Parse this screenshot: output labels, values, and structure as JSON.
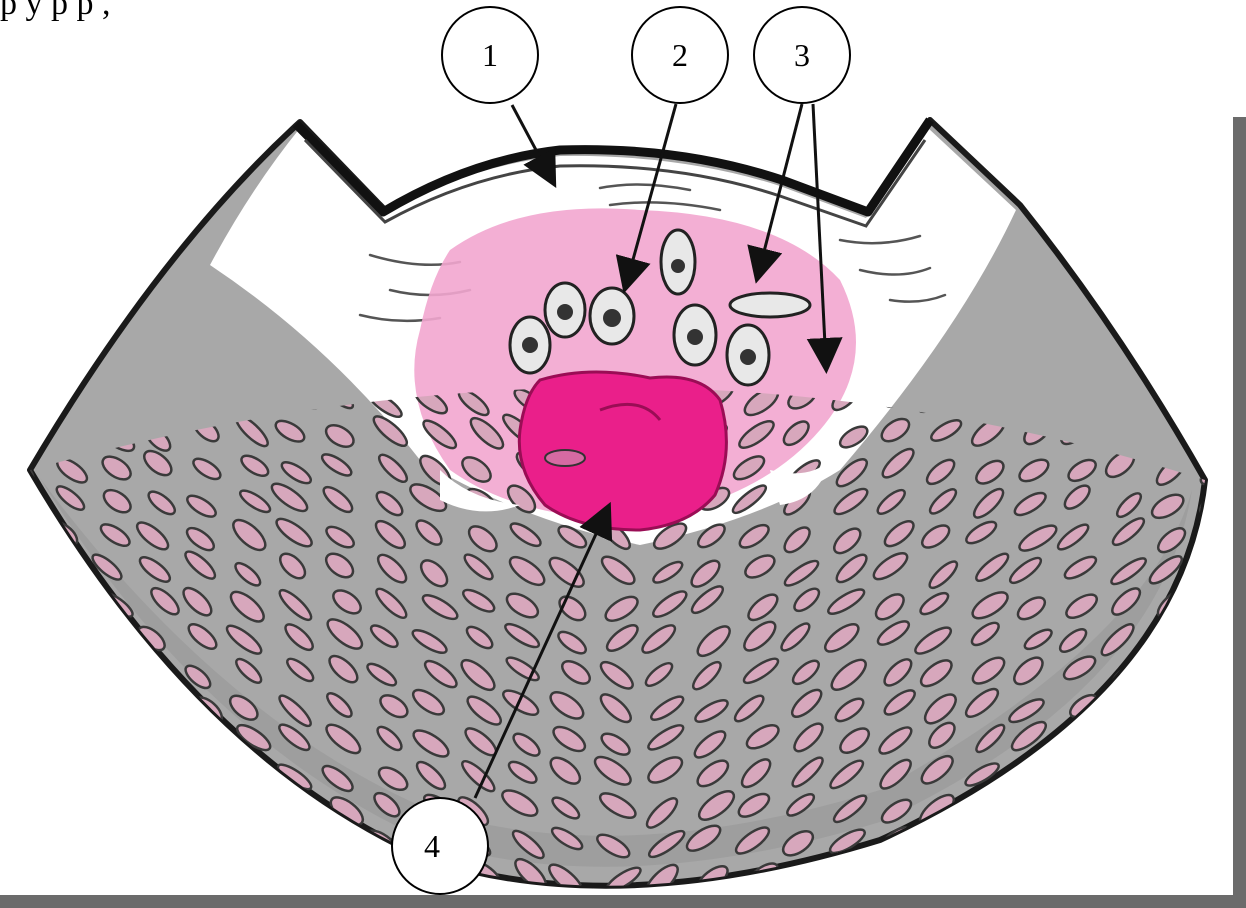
{
  "caption_fragment": "р     у   р     р          ,",
  "callouts": [
    {
      "id": "1",
      "label": "1"
    },
    {
      "id": "2",
      "label": "2"
    },
    {
      "id": "3",
      "label": "3"
    },
    {
      "id": "4",
      "label": "4"
    }
  ],
  "colors": {
    "tissue_gray": "#a8a8a8",
    "tissue_dark": "#6f6f6f",
    "cell_pink": "#d7a7bc",
    "inflammation_pink": "#f2a6cf",
    "hemorrhage_magenta": "#ea1f8a",
    "outline": "#1a1a1a",
    "frame_shadow": "#6b6b6b"
  }
}
